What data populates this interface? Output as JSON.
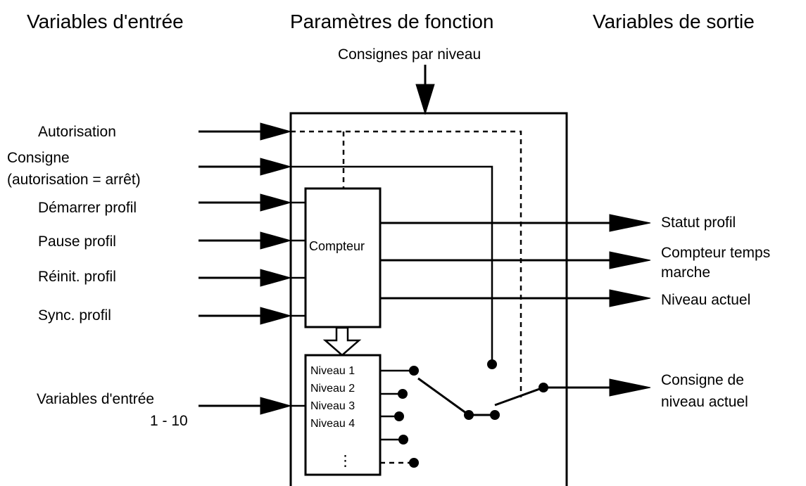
{
  "headers": {
    "inputs": "Variables d'entrée",
    "params": "Paramètres de fonction",
    "outputs": "Variables de sortie"
  },
  "params_label": "Consignes par niveau",
  "inputs": {
    "enable": "Autorisation",
    "setpoint_line1": "Consigne",
    "setpoint_line2": "(autorisation = arrêt)",
    "start": "Démarrer profil",
    "pause": "Pause profil",
    "reset": "Réinit. profil",
    "sync": "Sync. profil",
    "vars_line1": "Variables d'entrée",
    "vars_line2": "1 - 10"
  },
  "blocks": {
    "counter": "Compteur",
    "levels": [
      "Niveau 1",
      "Niveau 2",
      "Niveau 3",
      "Niveau 4"
    ],
    "ellipsis": "⋮"
  },
  "outputs": {
    "status": "Statut profil",
    "runtime_line1": "Compteur temps",
    "runtime_line2": "marche",
    "current_level": "Niveau actuel",
    "setpoint_line1": "Consigne de",
    "setpoint_line2": "niveau actuel"
  }
}
